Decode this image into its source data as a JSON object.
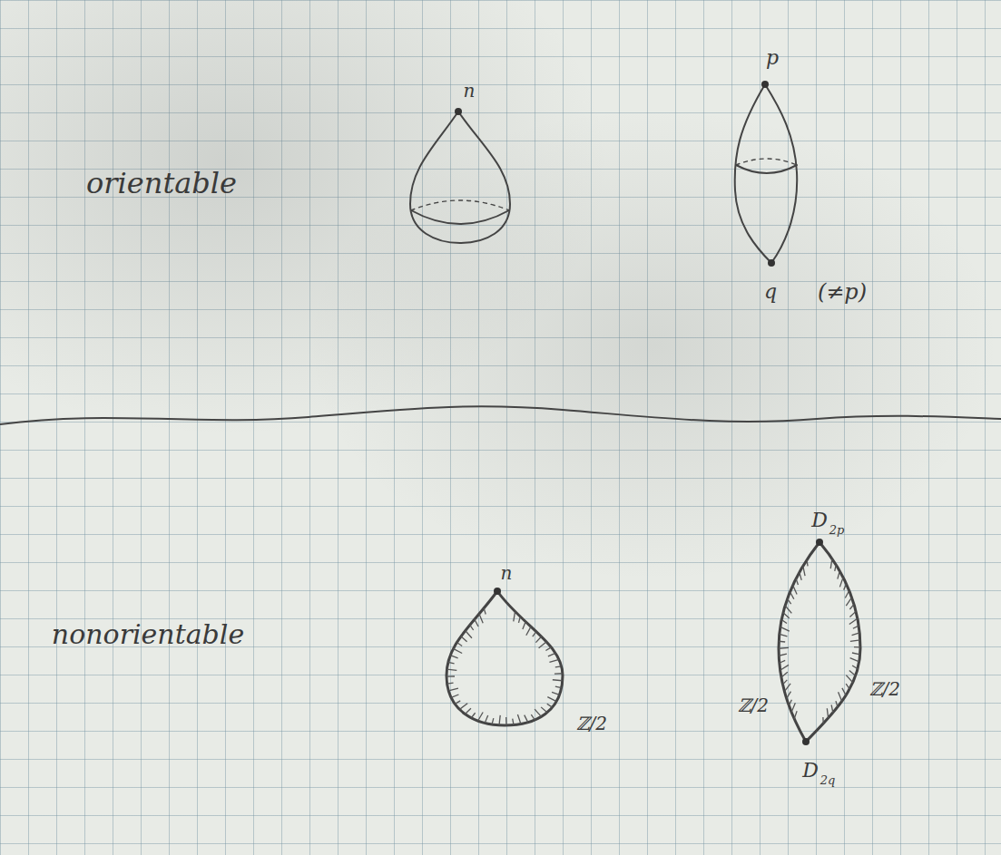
{
  "diagram": {
    "labels": [
      "orientable",
      "n",
      "p",
      "q",
      "(≠p)",
      "nonorientable",
      "n",
      "ℤ/2",
      "D",
      "2p",
      "D",
      "2q",
      "ℤ/2",
      "ℤ/2"
    ]
  }
}
